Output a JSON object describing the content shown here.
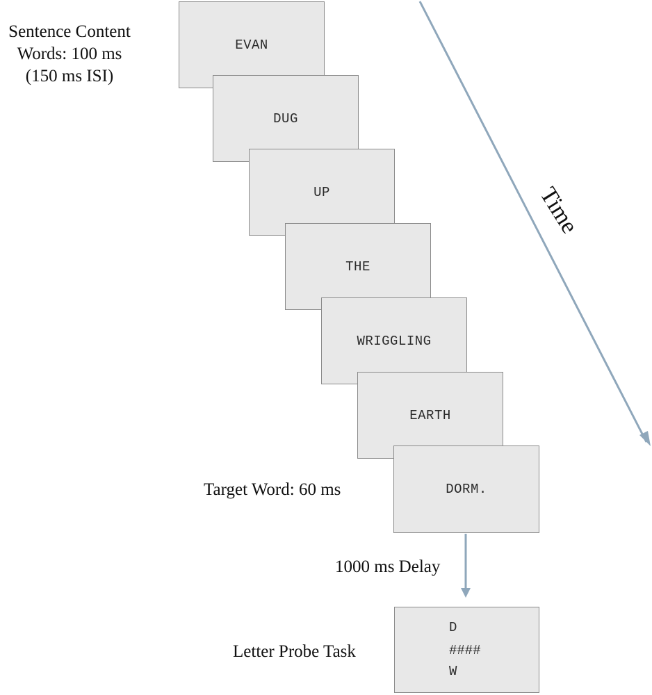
{
  "labels": {
    "sentence_line1": "Sentence Content",
    "sentence_line2": "Words: 100 ms",
    "sentence_line3": "(150 ms ISI)",
    "target": "Target Word: 60 ms",
    "delay": "1000 ms Delay",
    "probe_task": "Letter Probe Task",
    "time": "Time"
  },
  "words": [
    "EVAN",
    "DUG",
    "UP",
    "THE",
    "WRIGGLING",
    "EARTH",
    "DORM."
  ],
  "probe": {
    "line1": "D",
    "line2": "####",
    "line3": "W"
  },
  "colors": {
    "arrow": "#8fa7bb",
    "frame_fill": "#e8e8e8",
    "frame_border": "#8a8a8a"
  }
}
